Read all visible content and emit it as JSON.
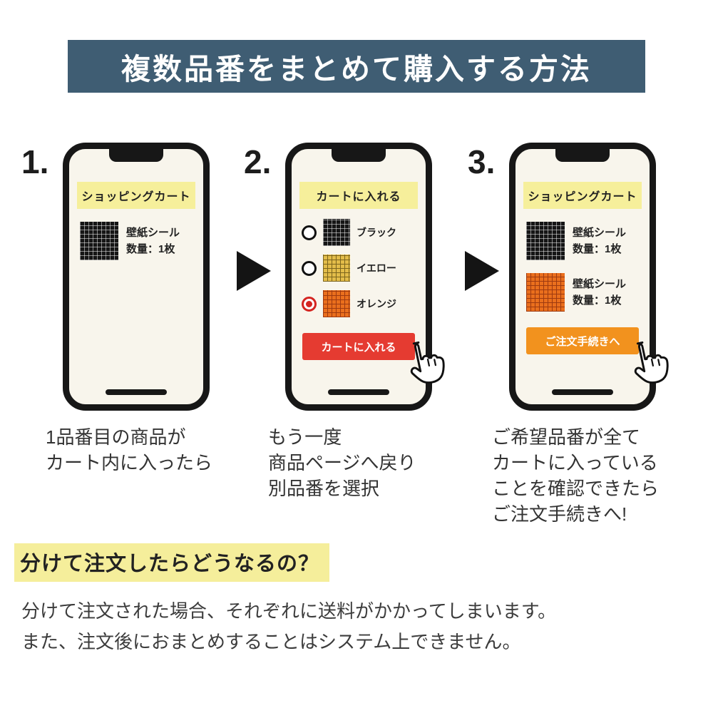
{
  "colors": {
    "header_bg": "#3f5d73",
    "banner_yellow": "#f6ef9b",
    "button_red": "#e53b31",
    "button_orange": "#f2921e",
    "highlight_yellow": "#f5ee9b",
    "radio_selected": "#d42420",
    "phone_screen": "#f8f5ec"
  },
  "header": {
    "title": "複数品番をまとめて購入する方法"
  },
  "steps": [
    {
      "number": "1.",
      "screen_banner": "ショッピングカート",
      "cart_items": [
        {
          "swatch": "black-grid",
          "name": "壁紙シール",
          "quantity": "数量：1枚"
        }
      ],
      "caption_lines": [
        "1品番目の商品が",
        "カート内に入ったら"
      ]
    },
    {
      "number": "2.",
      "screen_banner": "カートに入れる",
      "options": [
        {
          "selected": false,
          "swatch": "black-grid",
          "label": "ブラック"
        },
        {
          "selected": false,
          "swatch": "yellow-grid",
          "label": "イエロー"
        },
        {
          "selected": true,
          "swatch": "orange-grid",
          "label": "オレンジ"
        }
      ],
      "button_label": "カートに入れる",
      "caption_lines": [
        "もう一度",
        "商品ページへ戻り",
        "別品番を選択"
      ]
    },
    {
      "number": "3.",
      "screen_banner": "ショッピングカート",
      "cart_items": [
        {
          "swatch": "black-grid",
          "name": "壁紙シール",
          "quantity": "数量：1枚"
        },
        {
          "swatch": "orange-grid",
          "name": "壁紙シール",
          "quantity": "数量：1枚"
        }
      ],
      "button_label": "ご注文手続きへ",
      "caption_lines": [
        "ご希望品番が全て",
        "カートに入っている",
        "ことを確認できたら",
        "ご注文手続きへ!"
      ]
    }
  ],
  "footer": {
    "heading": "分けて注文したらどうなるの？",
    "body_lines": [
      "分けて注文された場合、それぞれに送料がかかってしまいます。",
      "また、注文後におまとめすることはシステム上できません。"
    ]
  }
}
